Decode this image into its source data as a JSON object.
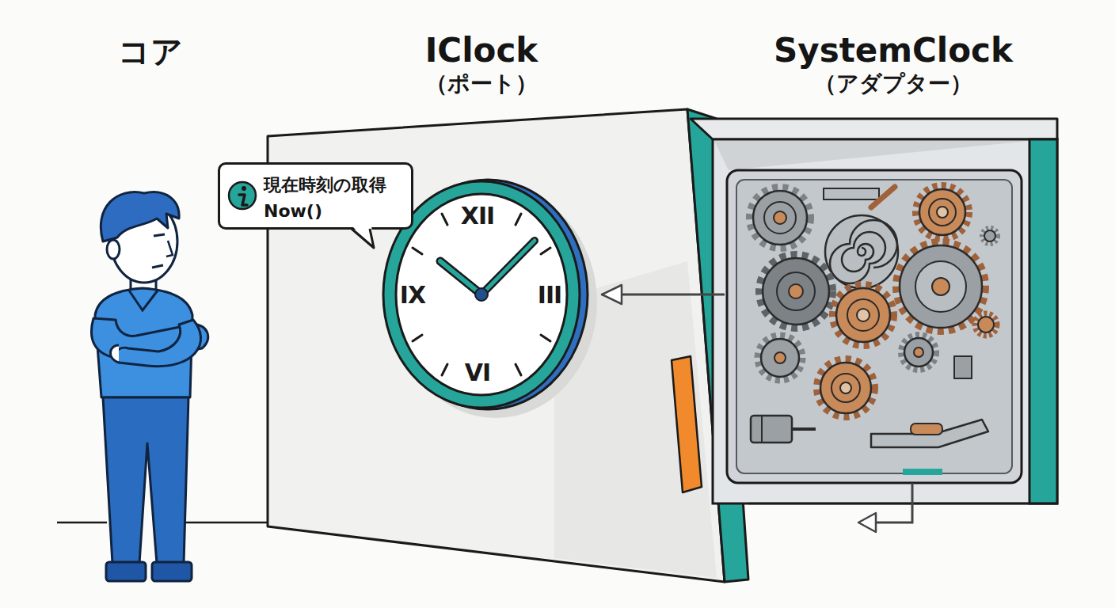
{
  "diagram": {
    "nodes": [
      {
        "text": [
          "コア"
        ]
      },
      {
        "text": [
          "IClock",
          "（ポート）"
        ]
      },
      {
        "text": [
          "SystemClock",
          "（アダプター）"
        ]
      },
      {
        "text": [
          "現在時刻の取得",
          "Now()"
        ]
      }
    ],
    "edges": [
      {
        "from": 2,
        "to": 1,
        "arrow": "to"
      }
    ],
    "labels": [
      "XII",
      "III",
      "VI",
      "IX"
    ]
  }
}
